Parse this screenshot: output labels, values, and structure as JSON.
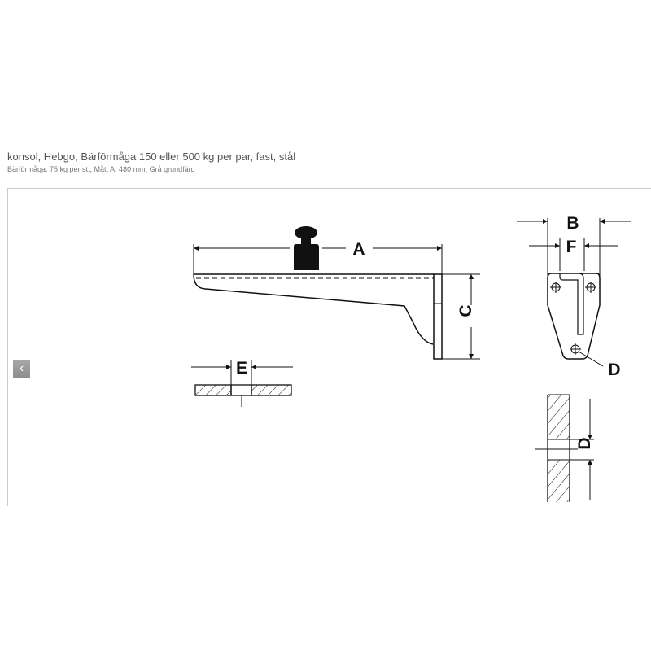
{
  "product": {
    "title": "konsol, Hebgo, Bärförmåga 150 eller 500 kg per par, fast, stål",
    "subtitle": "Bärförmåga: 75 kg per st., Mått A: 480 mm, Grå grundfärg"
  },
  "gallery": {
    "prev_icon": "chevron-left-icon",
    "prev_glyph": "‹"
  },
  "drawing": {
    "labels": {
      "A": "A",
      "B": "B",
      "C": "C",
      "D": "D",
      "E": "E",
      "F": "F"
    }
  }
}
